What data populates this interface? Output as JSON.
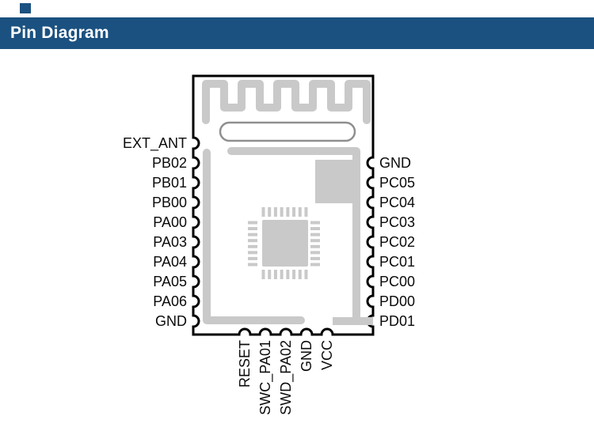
{
  "header": {
    "title": "Pin Diagram"
  },
  "colors": {
    "header_background": "#1B5180",
    "header_text": "#FFFFFF",
    "module_outline": "#000000",
    "trace_gray": "#C9C9C9",
    "stadium_outline": "#8F8F8F",
    "label_text": "#0A0A0A"
  },
  "diagram": {
    "pins": {
      "left": [
        "EXT_ANT",
        "PB02",
        "PB01",
        "PB00",
        "PA00",
        "PA03",
        "PA04",
        "PA05",
        "PA06",
        "GND"
      ],
      "right": [
        "GND",
        "PC05",
        "PC04",
        "PC03",
        "PC02",
        "PC01",
        "PC00",
        "PD00",
        "PD01"
      ],
      "bottom": [
        "RESET",
        "SWC_PA01",
        "SWD_PA02",
        "GND",
        "VCC"
      ]
    }
  }
}
